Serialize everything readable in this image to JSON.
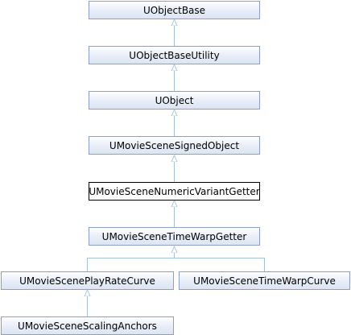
{
  "nodes": {
    "uobjectbase": "UObjectBase",
    "uobjectbaseutility": "UObjectBaseUtility",
    "uobject": "UObject",
    "umoviescenesignedobject": "UMovieSceneSignedObject",
    "umoviescenenumericvariantgetter": "UMovieSceneNumericVariantGetter",
    "umoviescenetimewarpgetter": "UMovieSceneTimeWarpGetter",
    "umovieSceneplayratecurve": "UMovieScenePlayRateCurve",
    "umoviescenetimewarpcurve": "UMovieSceneTimeWarpCurve",
    "umoviescenescalinganchors": "UMovieSceneScalingAnchors"
  },
  "colors": {
    "edge": "#a3c3dc",
    "node_border": "#8d9fc6",
    "current_border": "#000000"
  }
}
